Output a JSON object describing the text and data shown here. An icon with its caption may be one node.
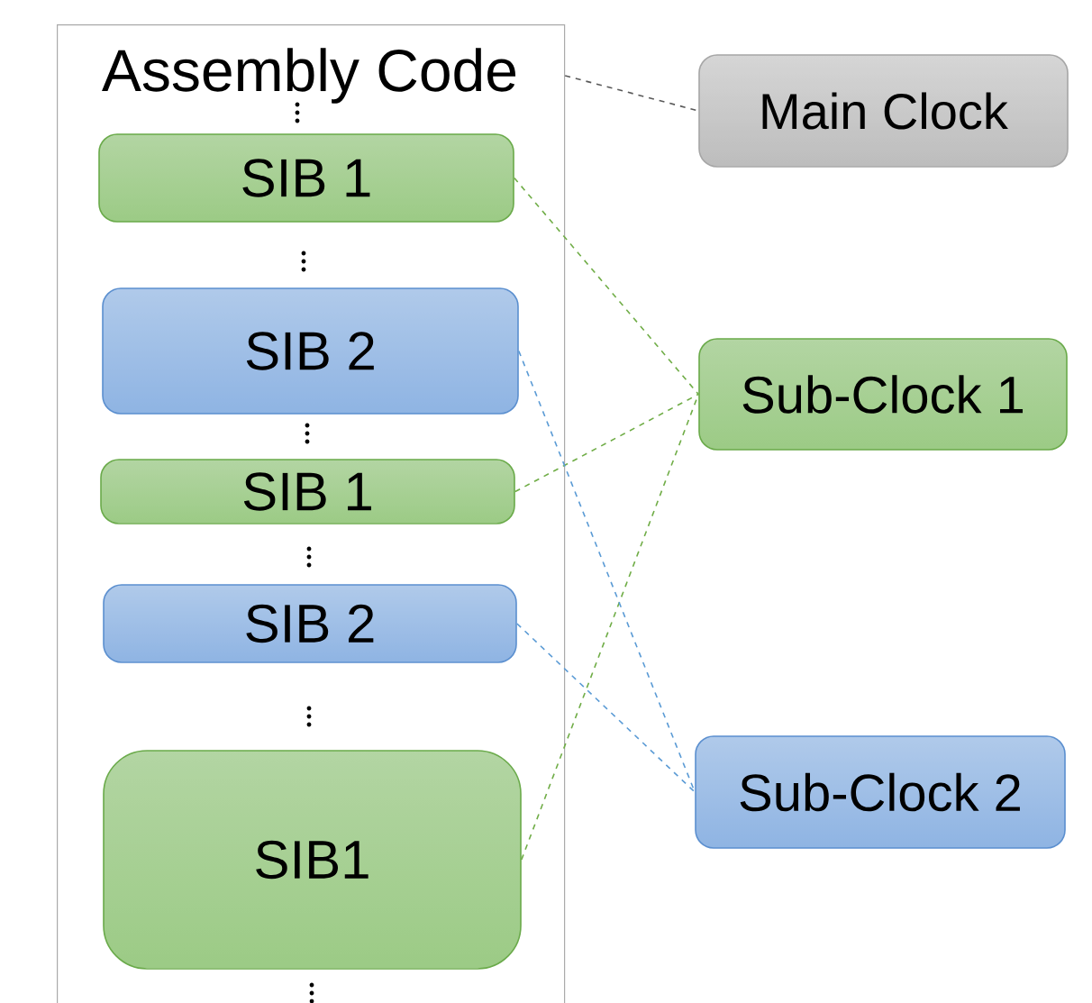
{
  "diagram": {
    "nodes": [
      {
        "text": [
          "Assembly Code"
        ]
      },
      {
        "text": [
          "SIB 1"
        ],
        "in": 0
      },
      {
        "text": [
          "SIB 2"
        ],
        "in": 0
      },
      {
        "text": [
          "SIB 1"
        ],
        "in": 0
      },
      {
        "text": [
          "SIB 2"
        ],
        "in": 0
      },
      {
        "text": [
          "SIB1"
        ],
        "in": 0
      },
      {
        "text": [
          "Main Clock"
        ]
      },
      {
        "text": [
          "Sub-Clock 1"
        ]
      },
      {
        "text": [
          "Sub-Clock 2"
        ]
      }
    ],
    "edges": [
      {
        "from": 0,
        "to": 6,
        "arrow": "none",
        "style": "dashed",
        "color": "#595959"
      },
      {
        "from": 1,
        "to": 7,
        "arrow": "none",
        "style": "dashed",
        "color": "#70ad47"
      },
      {
        "from": 3,
        "to": 7,
        "arrow": "none",
        "style": "dashed",
        "color": "#70ad47"
      },
      {
        "from": 5,
        "to": 7,
        "arrow": "none",
        "style": "dashed",
        "color": "#70ad47"
      },
      {
        "from": 2,
        "to": 8,
        "arrow": "none",
        "style": "dashed",
        "color": "#5b9bd5"
      },
      {
        "from": 4,
        "to": 8,
        "arrow": "none",
        "style": "dashed",
        "color": "#5b9bd5"
      }
    ]
  }
}
